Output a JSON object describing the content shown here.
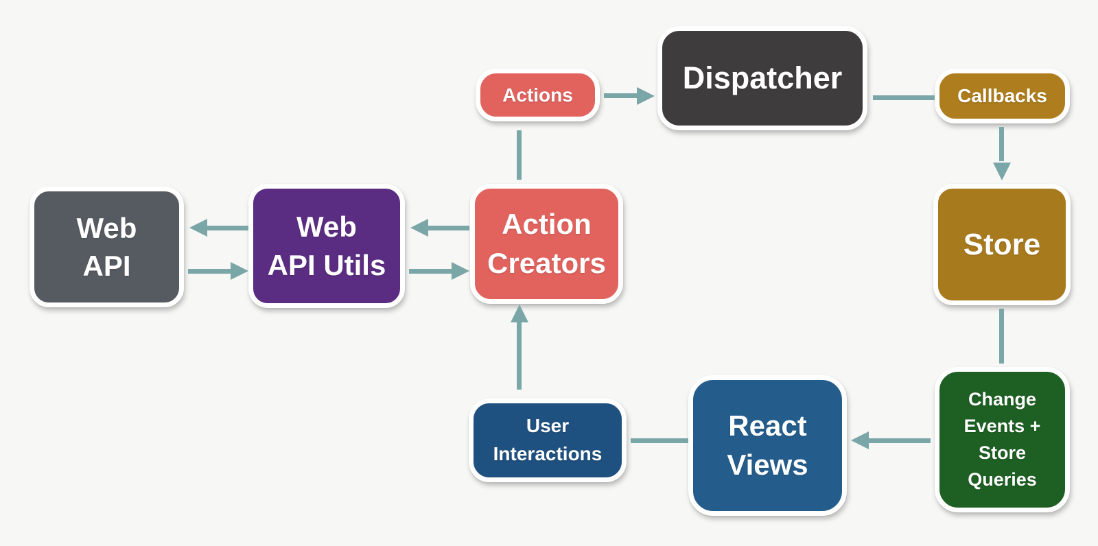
{
  "colors": {
    "background": "#f7f7f6",
    "connector": "#7aa6a7",
    "node_border": "#ffffff",
    "node_text": "#ffffff"
  },
  "nodes": {
    "webApi": {
      "label": "Web\nAPI",
      "color": "#565b62"
    },
    "webApiUtils": {
      "label": "Web\nAPI Utils",
      "color": "#5b2d82"
    },
    "actionCreators": {
      "label": "Action\nCreators",
      "color": "#e2635e"
    },
    "actions": {
      "label": "Actions",
      "color": "#e2635e"
    },
    "dispatcher": {
      "label": "Dispatcher",
      "color": "#3f3c3d"
    },
    "callbacks": {
      "label": "Callbacks",
      "color": "#ae7d1d"
    },
    "store": {
      "label": "Store",
      "color": "#a87a1e"
    },
    "changeEvents": {
      "label": "Change\nEvents +\nStore\nQueries",
      "color": "#1e6023"
    },
    "reactViews": {
      "label": "React\nViews",
      "color": "#245d8c"
    },
    "userInteractions": {
      "label": "User\nInteractions",
      "color": "#1f5180"
    }
  },
  "edges": [
    {
      "from": "Actions",
      "to": "Dispatcher",
      "arrowhead": true
    },
    {
      "from": "Dispatcher",
      "to": "Callbacks",
      "arrowhead": false
    },
    {
      "from": "Callbacks",
      "to": "Store",
      "arrowhead": true
    },
    {
      "from": "Store",
      "to": "Change Events + Store Queries",
      "arrowhead": false
    },
    {
      "from": "Change Events + Store Queries",
      "to": "React Views",
      "arrowhead": true
    },
    {
      "from": "React Views",
      "to": "User Interactions",
      "arrowhead": false
    },
    {
      "from": "User Interactions",
      "to": "Action Creators",
      "arrowhead": true
    },
    {
      "from": "Action Creators",
      "to": "Actions",
      "arrowhead": false
    },
    {
      "from": "Action Creators",
      "to": "Web API Utils",
      "arrowhead": true
    },
    {
      "from": "Web API Utils",
      "to": "Action Creators",
      "arrowhead": true
    },
    {
      "from": "Web API Utils",
      "to": "Web API",
      "arrowhead": true
    },
    {
      "from": "Web API",
      "to": "Web API Utils",
      "arrowhead": true
    }
  ]
}
